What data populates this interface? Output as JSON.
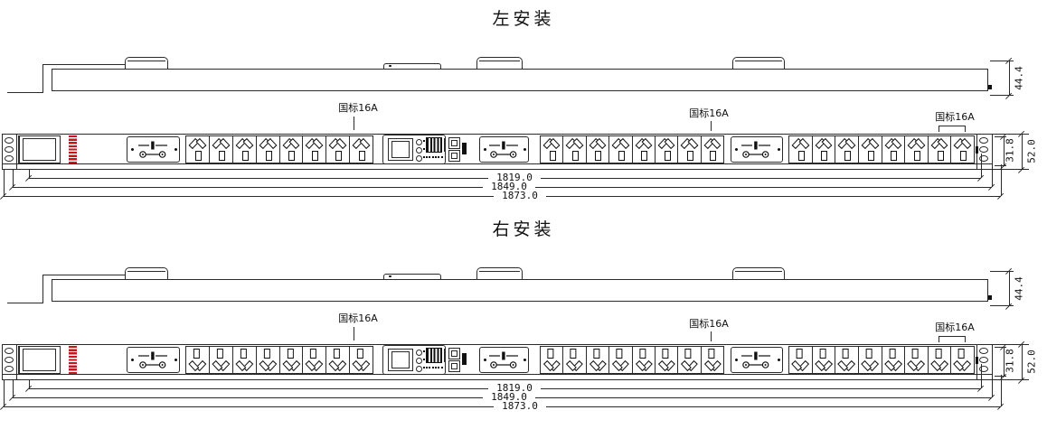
{
  "colors": {
    "line": "#2a2a2a",
    "brand_red": "#c4171c",
    "background": "#ffffff"
  },
  "drawings": [
    {
      "title": "左安装",
      "socket_style": "slots-top-earth-bottom",
      "outlet_groups": [
        8,
        8,
        8
      ],
      "callouts": {
        "c1": "国标16A",
        "c2": "国标16A",
        "c3": "国标16A"
      },
      "dims": {
        "depth": "44.4",
        "hole_pitch": "31.8",
        "height": "52.0",
        "len_inner": "1819.0",
        "len_mid": "1849.0",
        "len_outer": "1873.0"
      }
    },
    {
      "title": "右安装",
      "socket_style": "earth-top-slots-bottom",
      "outlet_groups": [
        8,
        8,
        8
      ],
      "callouts": {
        "c1": "国标16A",
        "c2": "国标16A",
        "c3": "国标16A"
      },
      "dims": {
        "depth": "44.4",
        "hole_pitch": "31.8",
        "height": "52.0",
        "len_inner": "1819.0",
        "len_mid": "1849.0",
        "len_outer": "1873.0"
      }
    }
  ],
  "icons": {
    "socket": "gb-16a-socket-icon",
    "breaker": "main-breaker-rocker-icon",
    "switch_symbol": "circuit-breaker-contact-symbol-icon",
    "meter": "digital-meter-display-icon",
    "grille": "indicator-grille-icon",
    "ports": "network-port-icon",
    "brand": "red-vertical-brand-text-icon",
    "mounting_hole": "mounting-hole-oval-icon",
    "mounting_ear": "mounting-ear-profile-icon"
  }
}
